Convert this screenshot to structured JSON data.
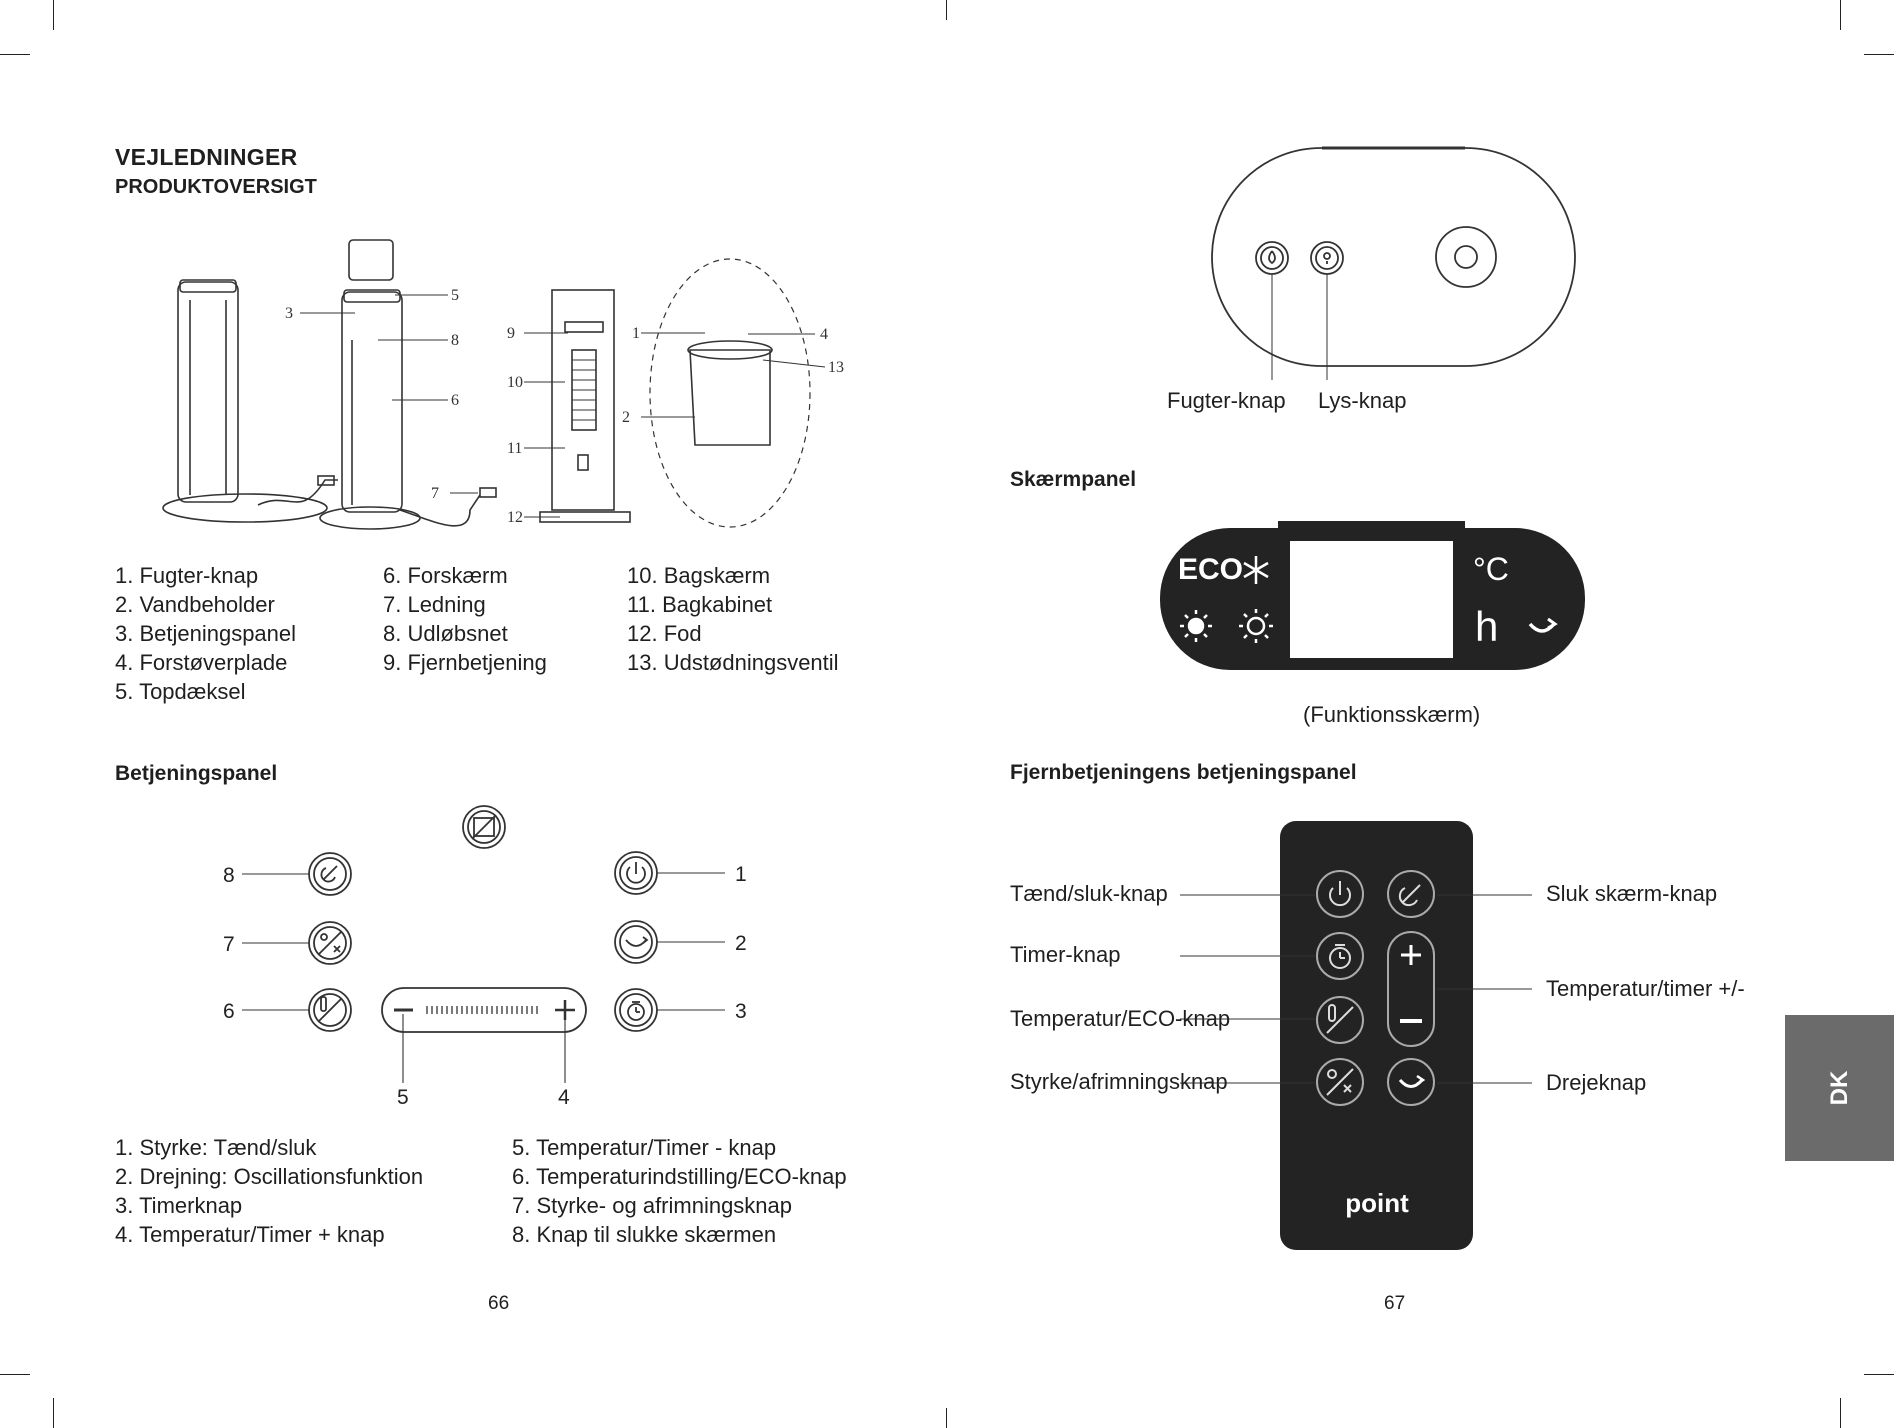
{
  "left_page": {
    "heading": "VEJLEDNINGER",
    "subheading": "PRODUKTOVERSIGT",
    "product_diagram_numbers": [
      "1",
      "2",
      "3",
      "4",
      "5",
      "6",
      "7",
      "8",
      "9",
      "10",
      "11",
      "12",
      "13"
    ],
    "parts_col1": [
      "1. Fugter-knap",
      "2. Vandbeholder",
      "3. Betjeningspanel",
      "4. Forstøverplade",
      "5. Topdæksel"
    ],
    "parts_col2": [
      "6. Forskærm",
      "7. Ledning",
      "8. Udløbsnet",
      "9. Fjernbetjening"
    ],
    "parts_col3": [
      "10. Bagskærm",
      "11. Bagkabinet",
      "12. Fod",
      "13. Udstødningsventil"
    ],
    "control_panel_title": "Betjeningspanel",
    "control_callouts": [
      "1",
      "2",
      "3",
      "4",
      "5",
      "6",
      "7",
      "8"
    ],
    "controls_col1": [
      "1. Styrke: Tænd/sluk",
      "2. Drejning: Oscillationsfunktion",
      "3. Timerknap",
      "4. Temperatur/Timer + knap"
    ],
    "controls_col2": [
      "5. Temperatur/Timer - knap",
      "6. Temperaturindstilling/ECO-knap",
      "7. Styrke- og afrimningsknap",
      "8. Knap til slukke skærmen"
    ],
    "page_number": "66"
  },
  "right_page": {
    "top_labels": {
      "humidifier": "Fugter-knap",
      "light": "Lys-knap"
    },
    "display_title": "Skærmpanel",
    "display_eco": "ECO",
    "display_celsius": "°C",
    "display_h": "h",
    "display_caption": "(Funktionsskærm)",
    "remote_title": "Fjernbetjeningens betjeningspanel",
    "remote_left_labels": [
      "Tænd/sluk-knap",
      "Timer-knap",
      "Temperatur/ECO-knap",
      "Styrke/afrimningsknap"
    ],
    "remote_right_labels": [
      "Sluk skærm-knap",
      "Temperatur/timer +/-",
      "Drejeknap"
    ],
    "remote_logo": "point",
    "page_number": "67",
    "side_tab": "DK"
  }
}
